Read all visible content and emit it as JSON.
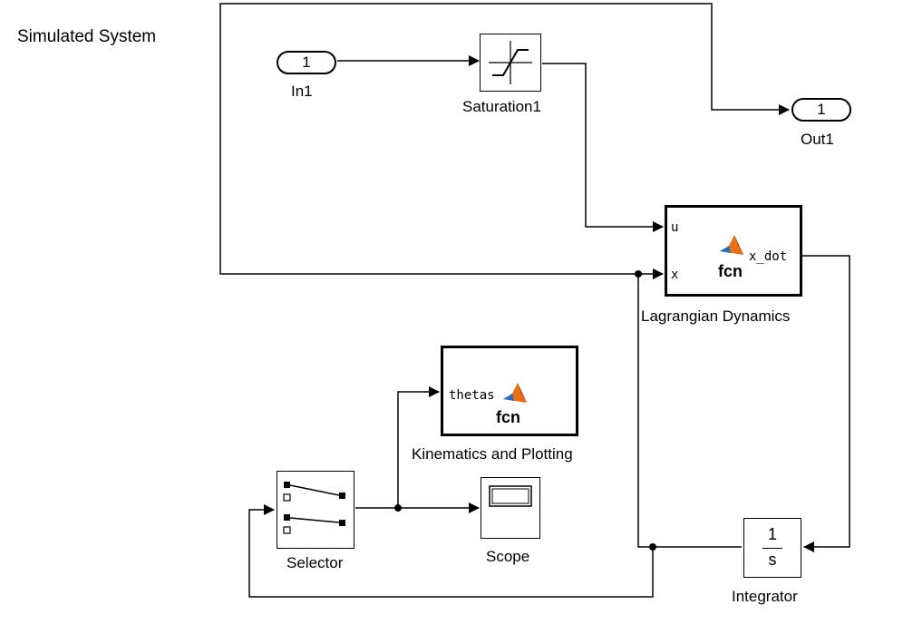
{
  "title": "Simulated System",
  "blocks": {
    "in1": {
      "port_number": "1",
      "label": "In1"
    },
    "saturation": {
      "label": "Saturation1"
    },
    "out1": {
      "port_number": "1",
      "label": "Out1"
    },
    "lagrangian": {
      "label": "Lagrangian Dynamics",
      "in_u": "u",
      "in_x": "x",
      "out": "x_dot",
      "fcn": "fcn"
    },
    "kinematics": {
      "label": "Kinematics and Plotting",
      "in": "thetas",
      "fcn": "fcn"
    },
    "selector": {
      "label": "Selector"
    },
    "scope": {
      "label": "Scope"
    },
    "integrator": {
      "label": "Integrator",
      "numerator": "1",
      "denominator": "s"
    }
  },
  "colors": {
    "line": "#000000",
    "matlab_logo_orange": "#e8701a",
    "matlab_logo_blue": "#2a6fb5"
  }
}
